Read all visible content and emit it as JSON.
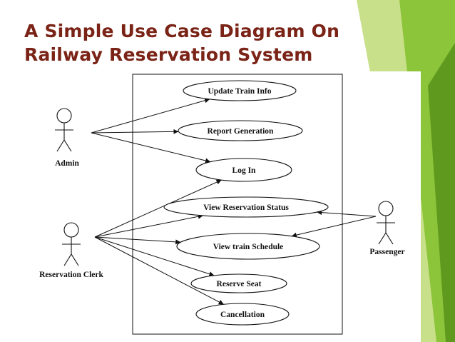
{
  "slide": {
    "title": "A Simple Use Case Diagram On Railway Reservation System"
  },
  "colors": {
    "title": "#7a2316",
    "accent_green_light": "#c8e08a",
    "accent_green": "#8cc43a",
    "accent_green_dark": "#5f9a1e",
    "diagram_line": "#111111"
  },
  "diagram": {
    "actors": [
      {
        "id": "admin",
        "label": "Admin",
        "icon": "stick-figure-icon"
      },
      {
        "id": "clerk",
        "label": "Reservation Clerk",
        "icon": "stick-figure-icon"
      },
      {
        "id": "passenger",
        "label": "Passenger",
        "icon": "stick-figure-icon"
      }
    ],
    "use_cases": [
      {
        "id": "update",
        "label": "Update Train Info"
      },
      {
        "id": "report",
        "label": "Report Generation"
      },
      {
        "id": "login",
        "label": "Log In"
      },
      {
        "id": "status",
        "label": "View Reservation Status"
      },
      {
        "id": "schedule",
        "label": "View train  Schedule"
      },
      {
        "id": "reserve",
        "label": "Reserve Seat"
      },
      {
        "id": "cancel",
        "label": "Cancellation"
      }
    ],
    "associations": [
      {
        "from": "admin",
        "to": "update"
      },
      {
        "from": "admin",
        "to": "report"
      },
      {
        "from": "admin",
        "to": "login"
      },
      {
        "from": "clerk",
        "to": "login"
      },
      {
        "from": "clerk",
        "to": "status"
      },
      {
        "from": "clerk",
        "to": "schedule"
      },
      {
        "from": "clerk",
        "to": "reserve"
      },
      {
        "from": "clerk",
        "to": "cancel"
      },
      {
        "from": "passenger",
        "to": "status"
      },
      {
        "from": "passenger",
        "to": "schedule"
      }
    ]
  }
}
